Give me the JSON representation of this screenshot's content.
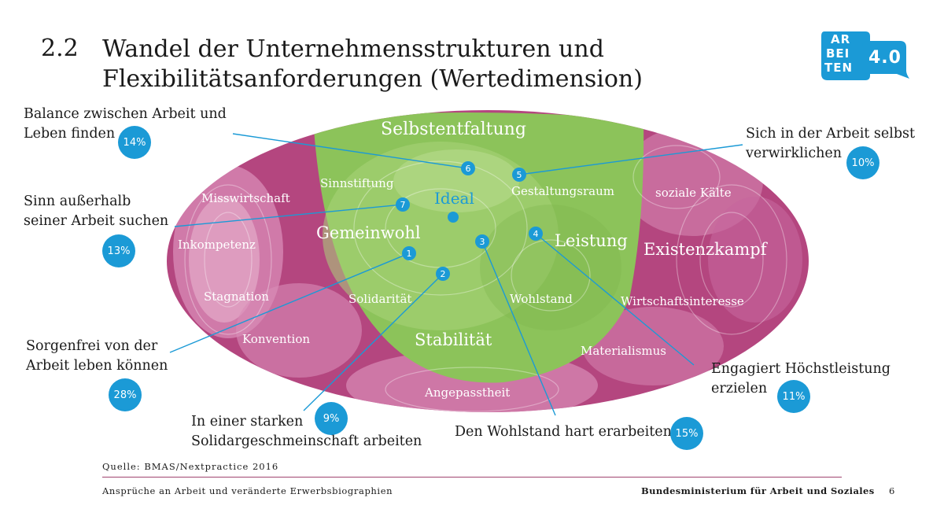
{
  "header": {
    "number": "2.2",
    "title": "Wandel der Unternehmensstrukturen und Flexibilitätsanforderungen (Wertedimension)"
  },
  "logo": {
    "line1": "AR",
    "line2": "BEI",
    "line3": "TEN",
    "version": "4.0"
  },
  "map": {
    "center_label": "Ideal",
    "regions": {
      "selbstentfaltung": "Selbstentfaltung",
      "gemeinwohl": "Gemeinwohl",
      "leistung": "Leistung",
      "stabilitaet": "Stabilität",
      "existenzkampf": "Existenzkampf"
    },
    "inner_terms": {
      "sinnstiftung": "Sinnstiftung",
      "gestaltungsraum": "Gestaltungsraum",
      "solidaritaet": "Solidarität",
      "wohlstand": "Wohlstand"
    },
    "outer_terms": {
      "misswirtschaft": "Misswirtschaft",
      "inkompetenz": "Inkompetenz",
      "stagnation": "Stagnation",
      "konvention": "Konvention",
      "angepasstheit": "Angepasstheit",
      "materialismus": "Materialismus",
      "wirtschaftsinteresse": "Wirtschaftsinteresse",
      "soziale_kaelte": "soziale Kälte"
    },
    "markers": [
      "1",
      "2",
      "3",
      "4",
      "5",
      "6",
      "7"
    ]
  },
  "callouts": [
    {
      "id": "1",
      "text_line1": "Sorgenfrei von der",
      "text_line2": "Arbeit leben können",
      "percent": "28%"
    },
    {
      "id": "2",
      "text_line1": "In einer starken",
      "text_line2": "Solidargeschmeinschaft arbeiten",
      "percent": "9%"
    },
    {
      "id": "3",
      "text_line1": "Den Wohlstand hart erarbeiten",
      "text_line2": "",
      "percent": "15%"
    },
    {
      "id": "4",
      "text_line1": "Engagiert Höchstleistung",
      "text_line2": "erzielen",
      "percent": "11%"
    },
    {
      "id": "5",
      "text_line1": "Sich in der Arbeit selbst",
      "text_line2": "verwirklichen",
      "percent": "10%"
    },
    {
      "id": "6",
      "text_line1": "Balance zwischen Arbeit und",
      "text_line2": "Leben finden",
      "percent": "14%"
    },
    {
      "id": "7",
      "text_line1": "Sinn außerhalb",
      "text_line2": "seiner Arbeit suchen",
      "percent": "13%"
    }
  ],
  "source": "Quelle: BMAS/Nextpractice 2016",
  "footer": {
    "left": "Ansprüche an Arbeit und veränderte Erwerbsbiographien",
    "right": "Bundesministerium für Arbeit und Soziales",
    "page": "6"
  },
  "colors": {
    "accent_blue": "#1b9ad6",
    "magenta": "#b4467f",
    "magenta_light": "#d98cb7",
    "green": "#8cc35a",
    "green_light": "#a9d47a",
    "rule": "#a0446f"
  }
}
